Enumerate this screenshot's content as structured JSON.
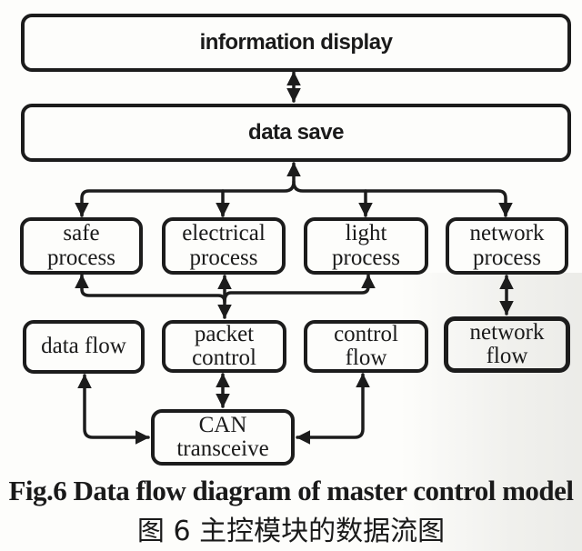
{
  "diagram": {
    "nodes": {
      "information_display": "information display",
      "data_save": "data save",
      "safe_process": [
        "safe",
        "process"
      ],
      "electrical_process": [
        "electrical",
        "process"
      ],
      "light_process": [
        "light",
        "process"
      ],
      "network_process": [
        "network",
        "process"
      ],
      "data_flow": [
        "data flow"
      ],
      "packet_control": [
        "packet",
        "control"
      ],
      "control_flow": [
        "control",
        "flow"
      ],
      "network_flow": [
        "network",
        "flow"
      ],
      "can_transceive": [
        "CAN",
        "transceive"
      ]
    },
    "edges": [
      {
        "from": "information_display",
        "to": "data_save",
        "direction": "bidirectional"
      },
      {
        "from": "data_save",
        "to": "safe_process",
        "direction": "bidirectional"
      },
      {
        "from": "data_save",
        "to": "electrical_process",
        "direction": "bidirectional"
      },
      {
        "from": "data_save",
        "to": "light_process",
        "direction": "bidirectional"
      },
      {
        "from": "data_save",
        "to": "network_process",
        "direction": "bidirectional"
      },
      {
        "from": "packet_control",
        "to": "safe_process",
        "direction": "bidirectional"
      },
      {
        "from": "packet_control",
        "to": "electrical_process",
        "direction": "bidirectional"
      },
      {
        "from": "packet_control",
        "to": "light_process",
        "direction": "bidirectional"
      },
      {
        "from": "network_process",
        "to": "network_flow",
        "direction": "bidirectional"
      },
      {
        "from": "packet_control",
        "to": "can_transceive",
        "direction": "bidirectional"
      },
      {
        "from": "data_flow",
        "to": "can_transceive",
        "direction": "bidirectional"
      },
      {
        "from": "control_flow",
        "to": "can_transceive",
        "direction": "bidirectional"
      }
    ]
  },
  "caption": {
    "english": "Fig.6 Data flow diagram of master control model",
    "chinese": "图 6  主控模块的数据流图"
  },
  "colors": {
    "ink": "#1c1c1c",
    "paper": "#fdfdfb"
  }
}
